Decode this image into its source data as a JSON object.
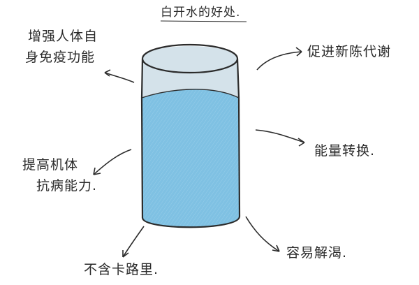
{
  "title": "白开水的好处.",
  "benefits": {
    "immunity": {
      "line1": "增强人体自",
      "line2": "身免疫功能"
    },
    "metabolism": {
      "text": "促进新陈代谢"
    },
    "energy": {
      "text": "能量转换."
    },
    "resistance": {
      "line1": "提高机体",
      "line2": "抗病能力."
    },
    "zero_calories": {
      "text": "不含卡路里."
    },
    "thirst": {
      "text": "容易解渴."
    }
  },
  "colors": {
    "water": "#7fc1e3",
    "water_dark": "#5aa8d6",
    "glass_empty": "#d4e2ea",
    "outline": "#2b2b2b",
    "ink": "#2a2a2a"
  }
}
